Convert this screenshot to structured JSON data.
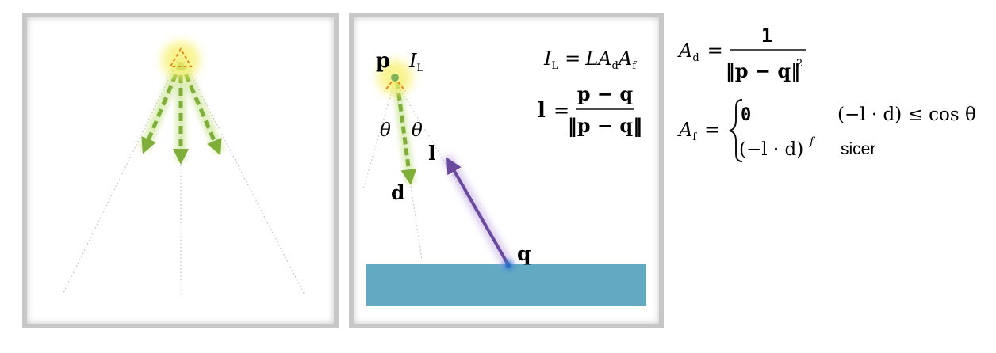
{
  "left_panel": {},
  "right_panel": {
    "label_p": "p",
    "label_IL_main": "I",
    "label_IL_sub": "L",
    "label_theta_left": "θ",
    "label_theta_right": "θ",
    "label_d": "d",
    "label_l": "l",
    "label_q": "q",
    "eq_IL": {
      "lhs_main": "I",
      "lhs_sub": "L",
      "equals": "=",
      "rhs_L": "L",
      "rhs_A1": "A",
      "rhs_A1_sub": "d",
      "rhs_A2": "A",
      "rhs_A2_sub": "f"
    },
    "eq_l": {
      "lhs": "l",
      "equals": "=",
      "numerator": "p − q",
      "denominator": "‖p − q‖"
    },
    "surface_color": "#62a9c2",
    "light_color": "#f5d21a",
    "direction_color": "#7fae3a",
    "light_vector_color": "#7b5aa8"
  },
  "formulas": {
    "Ad": {
      "lhs_main": "A",
      "lhs_sub": "d",
      "equals": "=",
      "numerator": "1",
      "denominator": "‖p − q‖",
      "exponent": "2"
    },
    "Af": {
      "lhs_main": "A",
      "lhs_sub": "f",
      "equals": "=",
      "case1_value": "0",
      "case1_condition": "(−l · d) ≤ cos θ",
      "case2_value": "(−l · d)",
      "case2_exponent": "f",
      "case2_condition": "sicer"
    }
  }
}
